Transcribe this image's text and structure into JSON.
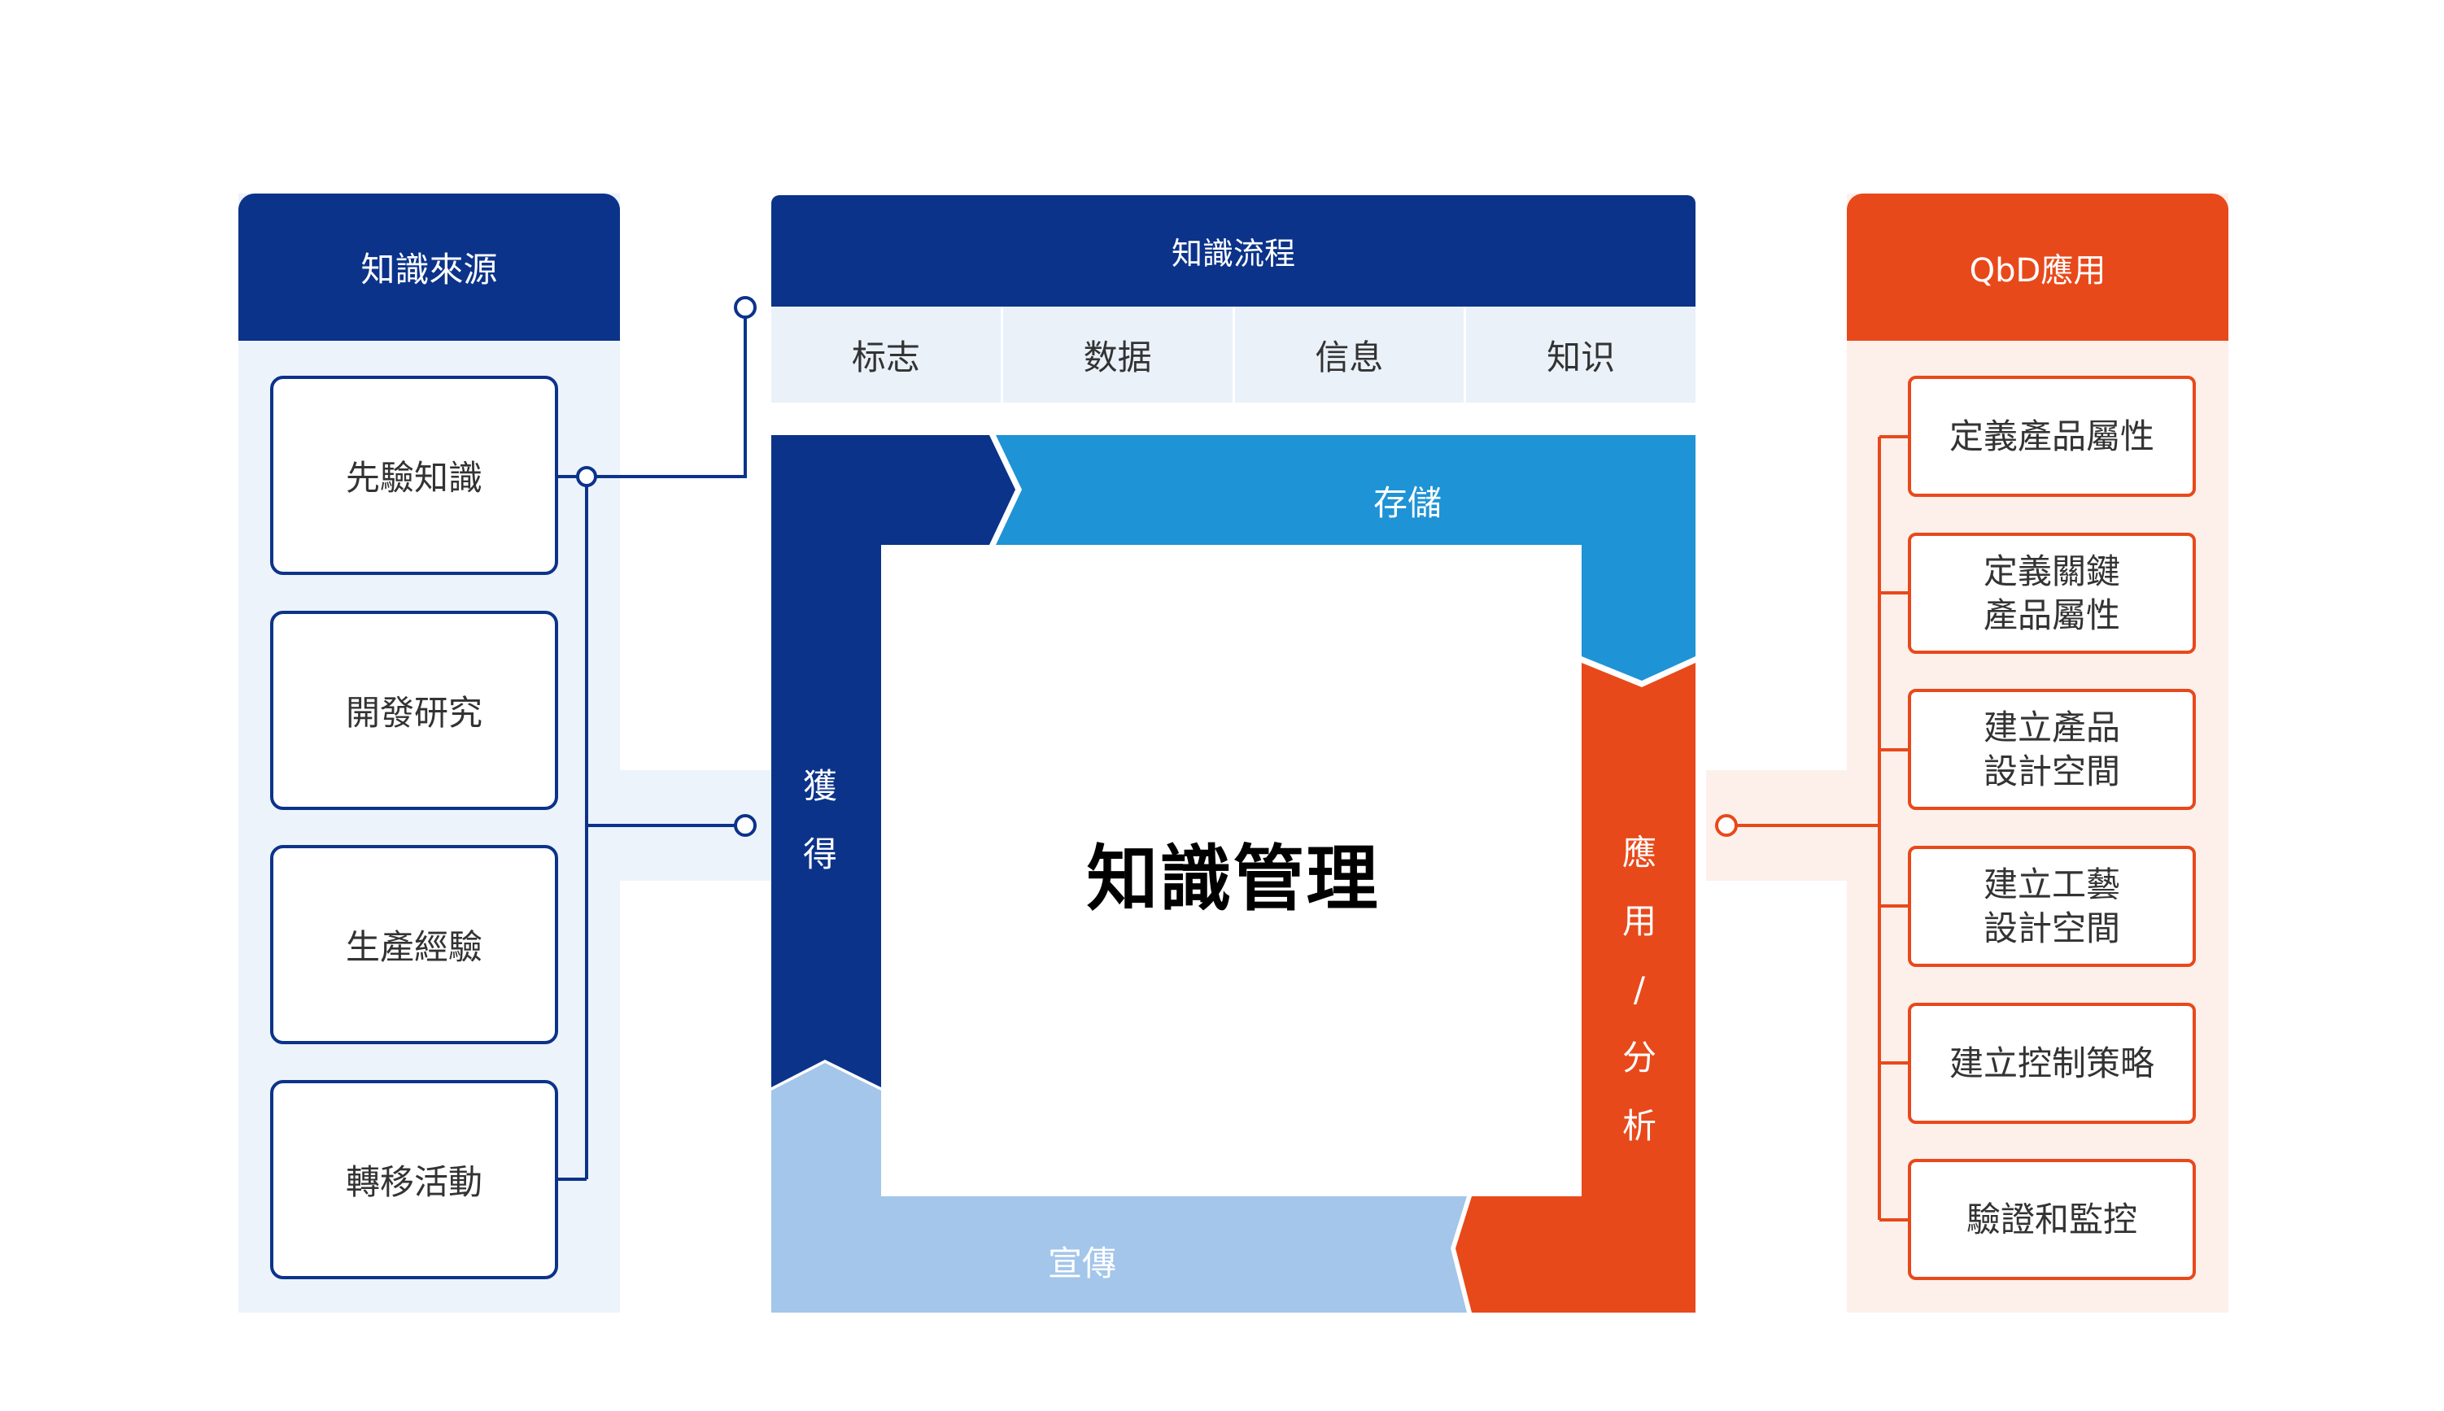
{
  "sources": {
    "title": "知識來源",
    "items": [
      "先驗知識",
      "開發研究",
      "生產經驗",
      "轉移活動"
    ]
  },
  "process": {
    "title": "知識流程",
    "stages": [
      "标志",
      "数据",
      "信息",
      "知识"
    ]
  },
  "cycle": {
    "center": "知識管理",
    "acquire": "獲\n得",
    "store": "存儲",
    "apply": "應\n用\n/\n分\n析",
    "share": "宣傳"
  },
  "application": {
    "title": "QbD應用",
    "items": [
      "定義產品屬性",
      "定義關鍵\n產品屬性",
      "建立產品\n設計空間",
      "建立工藝\n設計空間",
      "建立控制策略",
      "驗證和監控"
    ]
  },
  "colors": {
    "navy": "#0b338a",
    "mid_blue": "#1e93d6",
    "light_blue": "#a3c6ea",
    "orange": "#e8491b",
    "pale_blue": "#edf3fa",
    "pale_orange": "#fdf0eb"
  }
}
